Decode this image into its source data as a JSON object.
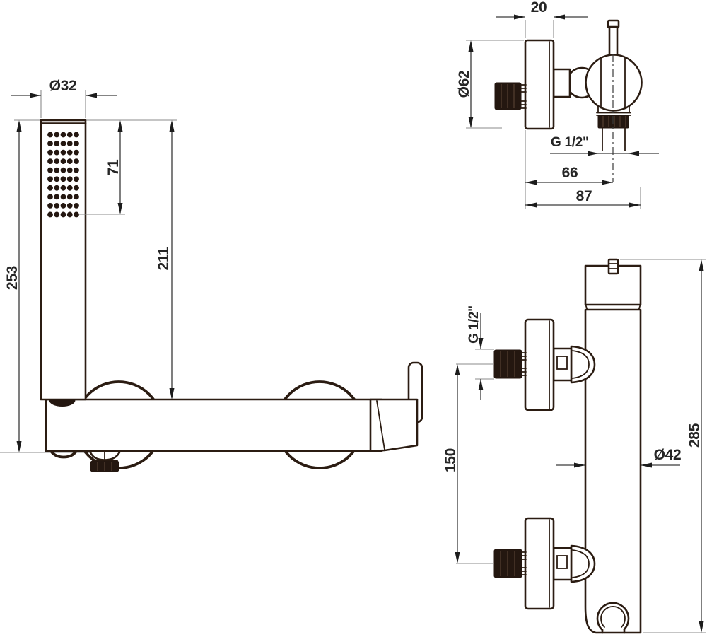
{
  "document": {
    "type": "technical-drawing",
    "subject": "wall-mounted shower mixer with hand shower, three orthographic views",
    "background": "#ffffff"
  },
  "colors": {
    "outline": "#2b1c12",
    "dimension_line": "#3a3a3a",
    "extension_line": "#8b8b8b",
    "dark_fill": "#241710",
    "text": "#262626"
  },
  "views": {
    "front": {
      "name": "front view - hand shower wand and horizontal mixer body",
      "labels": {
        "dia_head": "Ø32",
        "spray_len": "71",
        "wand_len": "211",
        "total_len": "253"
      }
    },
    "top": {
      "name": "top view - wall escutcheon, mixer body and outlet",
      "labels": {
        "plate_depth": "20",
        "dia_plate": "Ø62",
        "thread": "G 1/2\"",
        "outlet_offset": "66",
        "total_depth": "87"
      }
    },
    "side": {
      "name": "side view - vertical body with two wall inlets and shower holder",
      "labels": {
        "thread": "G 1/2\"",
        "inlet_spacing": "150",
        "body_height": "285",
        "dia_body": "Ø42"
      }
    }
  }
}
